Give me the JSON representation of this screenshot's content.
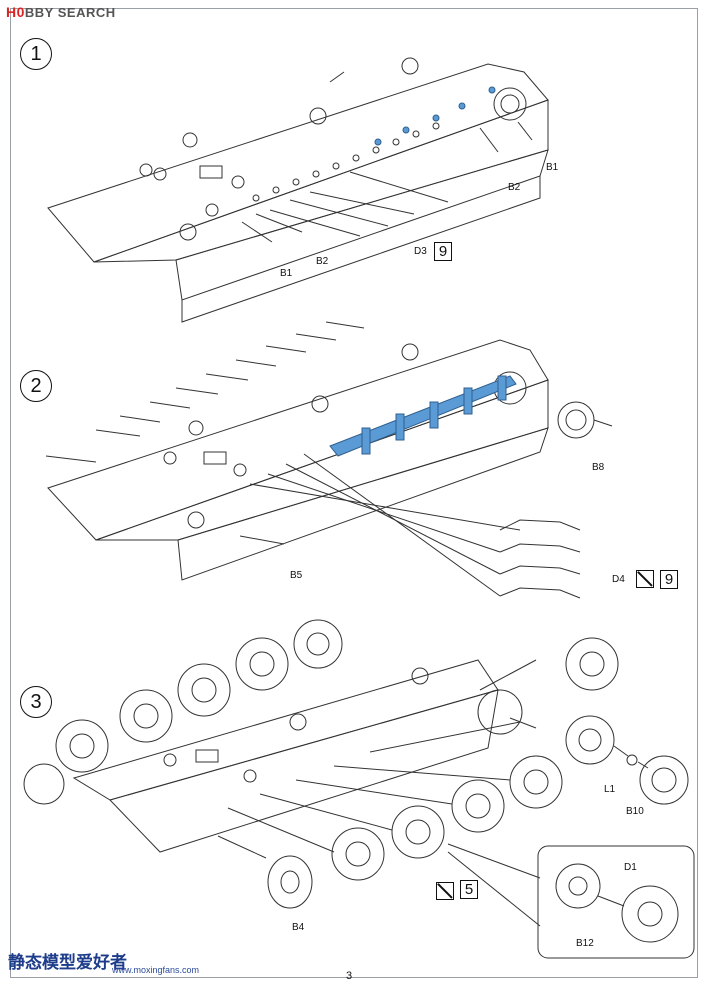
{
  "header": {
    "watermark_prefix": "H0",
    "watermark_rest": "BBY SEARCH"
  },
  "steps": [
    {
      "number": "1",
      "parts": [
        "B1",
        "B2",
        "D3",
        "B1",
        "B2"
      ],
      "marker": "9"
    },
    {
      "number": "2",
      "parts": [
        "B8",
        "B5",
        "D4"
      ],
      "marker": "9"
    },
    {
      "number": "3",
      "parts": [
        "L1",
        "B10",
        "B4",
        "D1",
        "B12"
      ],
      "marker": "5"
    }
  ],
  "page_number": "3",
  "footer": {
    "watermark": "静态模型爱好者",
    "url": "www.moxingfans.com"
  },
  "colors": {
    "highlight": "#5b9bd5",
    "line": "#333333"
  }
}
